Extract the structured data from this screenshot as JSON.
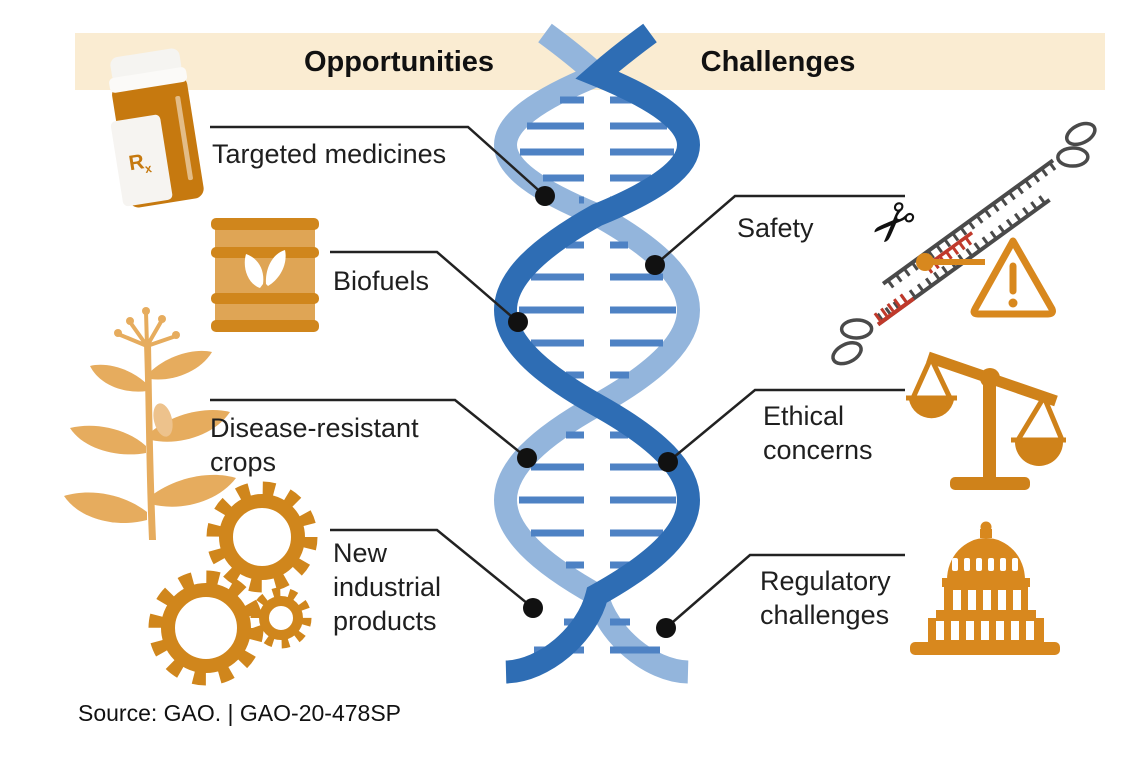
{
  "title_band": {
    "opportunities_label": "Opportunities",
    "challenges_label": "Challenges"
  },
  "opportunities": [
    {
      "id": "targeted-medicines",
      "lines": [
        "Targeted medicines"
      ],
      "icon": "pill-bottle-icon"
    },
    {
      "id": "biofuels",
      "lines": [
        "Biofuels"
      ],
      "icon": "biofuel-barrel-icon"
    },
    {
      "id": "disease-resistant-crops",
      "lines": [
        "Disease-resistant",
        "crops"
      ],
      "icon": "crop-plant-icon"
    },
    {
      "id": "new-industrial-products",
      "lines": [
        "New",
        "industrial",
        "products"
      ],
      "icon": "gears-icon"
    }
  ],
  "challenges": [
    {
      "id": "safety",
      "lines": [
        "Safety"
      ],
      "icon": "gene-editing-scissors-icon"
    },
    {
      "id": "ethical-concerns",
      "lines": [
        "Ethical",
        "concerns"
      ],
      "icon": "balance-scales-icon"
    },
    {
      "id": "regulatory-challenges",
      "lines": [
        "Regulatory",
        "challenges"
      ],
      "icon": "capitol-building-icon"
    }
  ],
  "source_line": "Source: GAO. | GAO-20-478SP",
  "icons": {
    "pill_rx_main": "R",
    "pill_rx_sub": "x",
    "scissors_glyph": "✂"
  },
  "colors": {
    "band": "#FAECD2",
    "helix_dark": "#2E6DB4",
    "helix_light": "#93B5DC",
    "helix_rung": "#4E82C4",
    "icon_orange": "#D0861C",
    "icon_orange_light": "#DFA555",
    "icon_orange_pale": "#E6AC5E",
    "bottle_orange": "#C6790F",
    "alert_red": "#C0392B",
    "text": "#1F1F1F"
  }
}
